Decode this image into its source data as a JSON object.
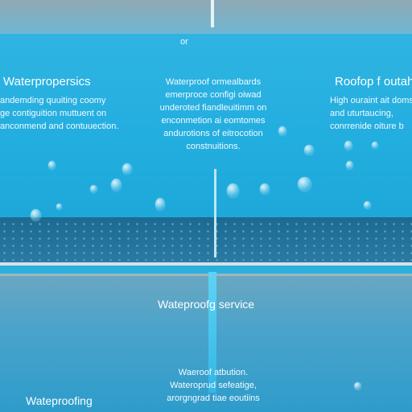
{
  "top_label": "or",
  "left_panel": {
    "title": "Waterpropersics",
    "lines": [
      "andemding quuiting coomy",
      "ge contiguition muttuent on",
      "anconmend and contuuection."
    ]
  },
  "center_panel": {
    "lines": [
      "Waterproof ormealbards",
      "emerproce configi oiwad",
      "underoted fiandleuitimm on",
      "enconmetion ai eomtomes",
      "andurotions of eitrocotion",
      "constnuitions."
    ]
  },
  "right_panel": {
    "title": "Roofop f outah",
    "lines": [
      "High ouraint ait doms",
      "and uturtaucing,",
      "conrrenide oiture b"
    ]
  },
  "service_heading": "Wateproofg service",
  "bottom_center": {
    "lines": [
      "Waeroof atbution.",
      "Wateroprud sefeatige,",
      "arorgngrad tiae eoutiins"
    ]
  },
  "bottom_left_title": "Wateproofing"
}
